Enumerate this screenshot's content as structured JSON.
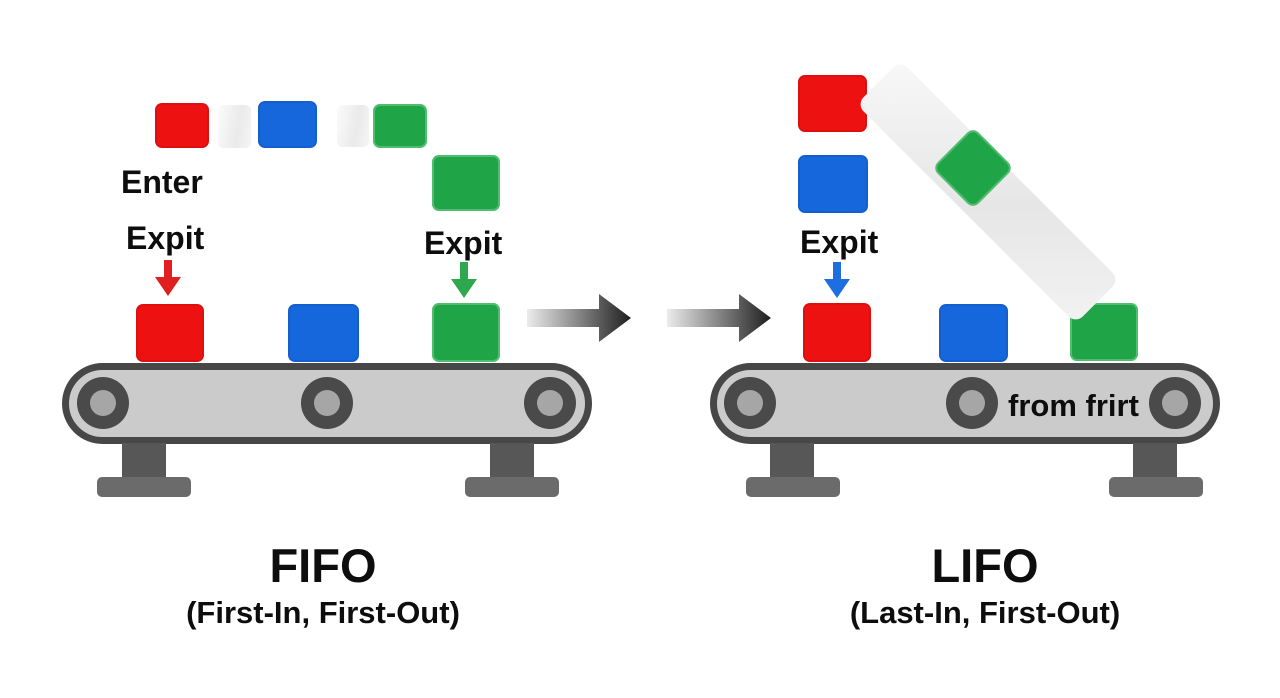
{
  "left_panel": {
    "title": "FIFO",
    "subtitle": "(First-In, First-Out)",
    "labels": {
      "enter": "Enter",
      "exit_in": "Expit",
      "exit_out": "Expit"
    }
  },
  "right_panel": {
    "title": "LIFO",
    "subtitle": "(Last-In, First-Out)",
    "labels": {
      "exit_in": "Expit",
      "belt_text": "from frirt"
    }
  },
  "colors": {
    "box_red": "#ee1111",
    "box_blue": "#1767dc",
    "box_green": "#1fa447",
    "belt_fill": "#cbcbcb",
    "belt_border": "#474747",
    "roller_dark": "#4a4a4a",
    "roller_hub": "#a6a6a6",
    "leg_gray": "#575757",
    "arrow_red": "#e02020",
    "arrow_green": "#2ea84e",
    "arrow_blue": "#1d6fe0",
    "flow_arrow_dark": "#1e1e1e",
    "background": "#ffffff",
    "text": "#0d0d0d"
  }
}
